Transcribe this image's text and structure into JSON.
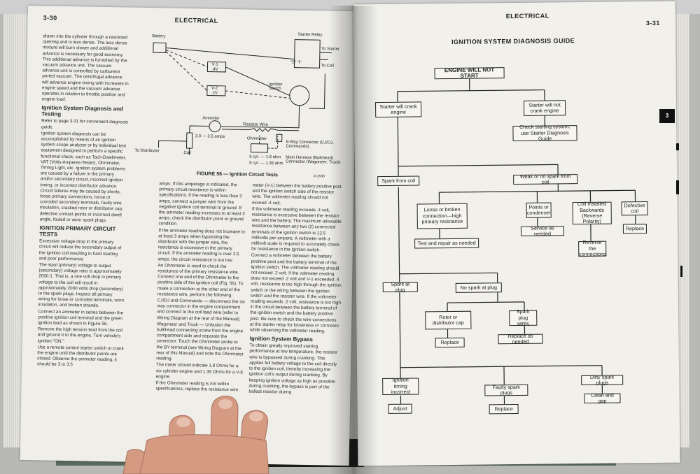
{
  "left_page": {
    "page_number": "3-30",
    "header": "ELECTRICAL",
    "col1_intro": "drawn into the cylinder through a restricted opening and is less dense. The less dense mixture will burn slower and additional advance is necessary for good economy. This additional advance is furnished by the vacuum advance unit. The vacuum advance unit is controlled by carburetor ported vacuum. The centrifugal advance will advance engine timing with increases in engine speed and the vacuum advance operates in relation to throttle position and engine load.",
    "heading_ignition": "Ignition System Diagnosis and Testing",
    "col1_p2": "Refer to page 3-31 for convenient diagnosis guide.",
    "col1_p3": "Ignition system diagnosis can be accomplished by means of an ignition system scope analyzer or by individual test equipment designed to perform a specific functional check, such as Tach-Dwellmeter, VAT (Volts-Amperes-Tester), Ohmmeter, Timing Light, etc. Ignition system problems are caused by a failure in the primary and/or secondary circuit, incorrect ignition timing, or incorrect distributor advance. Circuit failures may be caused by shorts, loose primary connections, loose or corroded secondary terminals, faulty wire insulation, cracked rotor or distributor cap, defective contact points or incorrect dwell angle, fouled or worn spark plugs.",
    "heading_primary": "IGNITION PRIMARY CIRCUIT TESTS",
    "col1_p4": "Excessive voltage drop in the primary circuit will reduce the secondary output of the ignition coil resulting in hard starting and poor performance.",
    "col1_p5": "The input (primary) voltage to output (secondary) voltage ratio is approximately 2000:1. That is, a one volt drop in primary voltage to the coil will result in approximately 2000 volts drop (secondary) to the spark plugs. Inspect all primary wiring for loose or corroded terminals, worn insulation, and broken strands.",
    "col1_p6": "Connect an ammeter in series between the positive ignition coil terminal and the green ignition lead as shown in Figure 56.",
    "col1_p7": "Remove the high tension lead from the coil and ground it to the engine. Turn vehicle's ignition \"ON.\"",
    "col1_p8": "Use a remote control starter switch to crank the engine until the distributor points are closed. Observe the ammeter reading, it should be 3 to 3.5",
    "figure_caption": "FIGURE 56 — Ignition Circuit Tests",
    "figure_code": "J11530",
    "col2_p1": "amps. If this amperage is indicated, the primary circuit resistance is within specifications. If the reading is less than 3 amps, connect a jumper wire from the negative ignition coil terminal to ground. If the ammeter reading increases to at least 3 amps, check the distributor point or ground condition.",
    "col2_p2": "If the ammeter reading does not increase to at least 3 amps when bypassing the distributor with the jumper wire, the resistance is excessive in the primary circuit. If the ammeter reading is over 3.5 amps, the circuit resistance is too low.",
    "col2_p3": "An Ohmmeter is used to check the resistance of the primary resistance wire. Connect one end of the Ohmmeter to the positive side of the ignition coil (Fig. 56). To make a connection at the other end of the resistance wire, perform the following:",
    "col2_p4": "CJ/DJ and Commando — disconnect the six way connector in the engine compartment and connect to the coil feed wire (refer to Wiring Diagram at the rear of the Manual).",
    "col2_p5": "Wagoneer and Truck — Unfasten the bulkhead connecting screw from the engine compartment side and separate the connector. Touch the Ohmmeter probe to the BY terminal (see Wiring Diagram at the rear of this Manual) and note the Ohmmeter reading.",
    "col2_p6": "The meter should indicate 1.8 Ohms for a six cylinder engine and 1.35 Ohms for a V-8 engine.",
    "col2_p7": "If the Ohmmeter reading is not within specifications, replace the resistance wire.",
    "col3_p1": "meter (V-1) between the battery positive post and the ignition switch side of the resistor wire. The voltmeter reading should not exceed .4 volt.",
    "col3_p2": "If the voltmeter reading exceeds .4 volt, resistance is excessive between the resistor wire and the battery. The maximum allowable resistance between any two (2) connected terminals of the ignition switch is 12.5 millivolts per ampere. A voltmeter with a millivolt scale is required to accurately check for resistance in the ignition switch.",
    "col3_p3": "Connect a voltmeter between the battery positive post and the battery terminal of the ignition switch. The voltmeter reading should not exceed .2 volt. If the voltmeter reading does not exceed .2 volt and V-1 exceeded .4 volt, resistance is too high through the ignition switch or the wiring between the ignition switch and the resistor wire. If the voltmeter reading exceeds .2 volt, resistance is too high in the circuit between the battery terminal of the ignition switch and the battery positive post. Be sure to check the wire connections at the starter relay for looseness or corrosion while observing the voltmeter reading.",
    "heading_bypass": "Ignition System Bypass",
    "col3_p4": "To obtain greatly improved starting performance at low temperature, the resistor wire is bypassed during cranking. This applies full battery voltage to the coil directly to the ignition coil, thereby increasing the ignition coil's output during cranking. By keeping ignition voltage as high as possible during cranking, the bypass is part of the ballast resistor during"
  },
  "circuit": {
    "battery": "Battery",
    "starter_relay": "Starter Relay",
    "to_starter": "To Starter",
    "s_i": "\"S\" \"I\"",
    "to_coil": "To Coil",
    "v1": "V-1",
    "v1_val": ".4V",
    "v2": "V-2",
    "v2_val": ".2V",
    "ignition_switch": "Ignition Switch",
    "ammeter": "Ammeter",
    "resistor_wire": "Resistor Wire",
    "amps": "3.0 — 3.5 amps",
    "ohmmeter": "Ohmmeter",
    "to_distributor": "To Distributor",
    "coil": "Coil",
    "six_cyl": "6 cyl. — 1.8 ohm",
    "eight_cyl": "8 cyl. — 1.35 ohm",
    "six_way": "6-Way Connector (CJ/DJ, Commando)",
    "harness": "Main Harness (Bulkhead) Connector (Wagoneer, Truck)"
  },
  "right_page": {
    "page_number": "3-31",
    "header": "ELECTRICAL",
    "title": "IGNITION SYSTEM DIAGNOSIS GUIDE",
    "tab_number": "3"
  },
  "flowchart": {
    "engine_will_not_start": "ENGINE WILL NOT START",
    "starter_will_crank": "Starter will crank engine",
    "starter_will_not_crank": "Starter will not crank engine",
    "check_starting": "Check starting system, use Starter Diagnosis Guide",
    "spark_from_coil": "Spark from coil",
    "weak_no_spark": "Weak or no spark from coil",
    "loose_broken": "Loose or broken connection—high primary resistance",
    "points_condenser": "Points or condenser",
    "coil_installed": "Coil Installed Backwards (Reverse Polarity)",
    "defective_coil": "Defective coil",
    "test_repair": "Test and repair as needed",
    "service_needed": "Service as needed",
    "reverse_connections": "Reverse the connections",
    "replace_coil": "Replace",
    "spark_at_plug": "Spark at plug",
    "no_spark_plug": "No spark at plug",
    "rotor_cap": "Rotor or distributor cap",
    "spark_plug_wires": "Spark plug wires",
    "replace_rotor": "Replace",
    "replace_as_needed": "Replace as needed",
    "timing_incorrect": "Ignition timing incorrect",
    "faulty_plugs": "Faulty spark plugs",
    "dirty_plugs": "Dirty spark plugs",
    "adjust": "Adjust",
    "replace_plugs": "Replace",
    "clean_gap": "Clean and gap"
  }
}
